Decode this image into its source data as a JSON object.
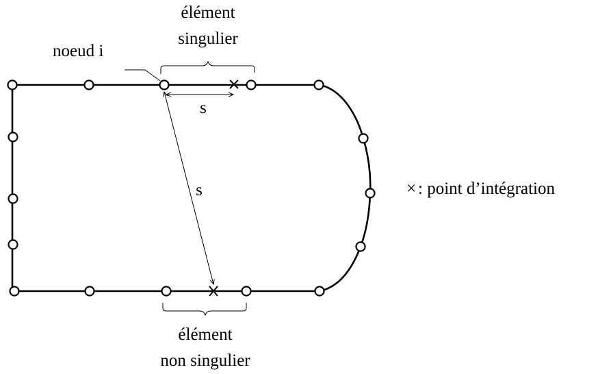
{
  "labels": {
    "node_i": "noeud i",
    "singular_element_line1": "élément",
    "singular_element_line2": "singulier",
    "nonsingular_element_line1": "élément",
    "nonsingular_element_line2": "non singulier",
    "distance_horizontal": "s",
    "distance_diagonal": "s",
    "legend_symbol": "×",
    "legend_text": ": point d’intégration"
  },
  "icons": {
    "node": "circle",
    "integration_point": "cross"
  }
}
